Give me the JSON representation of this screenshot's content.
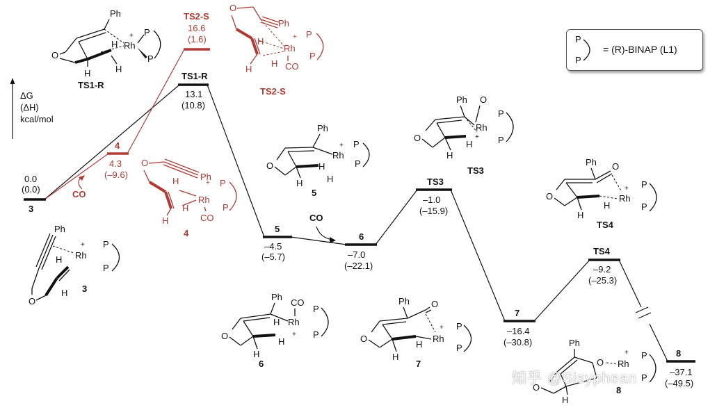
{
  "axis": {
    "line1": "ΔG",
    "line2": "(ΔH)",
    "line3": "kcal/mol"
  },
  "legend": {
    "p_top": "P",
    "p_bottom": "P",
    "text": "= (R)-BINAP (L1)"
  },
  "levels": [
    {
      "id": "3",
      "label": "3",
      "g": "0.0",
      "h": "(0.0)",
      "pathway": "common"
    },
    {
      "id": "4",
      "label": "4",
      "g": "4.3",
      "h": "(–9.6)",
      "pathway": "red"
    },
    {
      "id": "TS2-S",
      "label": "TS2-S",
      "g": "16.6",
      "h": "(1.6)",
      "pathway": "red"
    },
    {
      "id": "TS1-R",
      "label": "TS1-R",
      "g": "13.1",
      "h": "(10.8)",
      "pathway": "black"
    },
    {
      "id": "5",
      "label": "5",
      "g": "–4.5",
      "h": "(–5.7)",
      "pathway": "black"
    },
    {
      "id": "6",
      "label": "6",
      "g": "–7.0",
      "h": "(–22.1)",
      "pathway": "black"
    },
    {
      "id": "TS3",
      "label": "TS3",
      "g": "–1.0",
      "h": "(–15.9)",
      "pathway": "black"
    },
    {
      "id": "7",
      "label": "7",
      "g": "–16.4",
      "h": "(–30.8)",
      "pathway": "black"
    },
    {
      "id": "TS4",
      "label": "TS4",
      "g": "–9.2",
      "h": "(–25.3)",
      "pathway": "black"
    },
    {
      "id": "8",
      "label": "8",
      "g": "–37.1",
      "h": "(–49.5)",
      "pathway": "black"
    }
  ],
  "annotations": {
    "co_loss_red": "CO",
    "co_loss_black": "CO"
  },
  "structures": {
    "ts1r": "TS1-R",
    "ts2s": "TS2-S",
    "s3": "3",
    "s4": "4",
    "s5": "5",
    "s6": "6",
    "ts3": "TS3",
    "ts4": "TS4",
    "s7": "7",
    "s8": "8"
  },
  "atoms": {
    "ph": "Ph",
    "rh": "Rh",
    "p": "P",
    "h": "H",
    "o": "O",
    "co": "CO",
    "plus": "+"
  },
  "watermark": "知乎 @Sisyphean"
}
